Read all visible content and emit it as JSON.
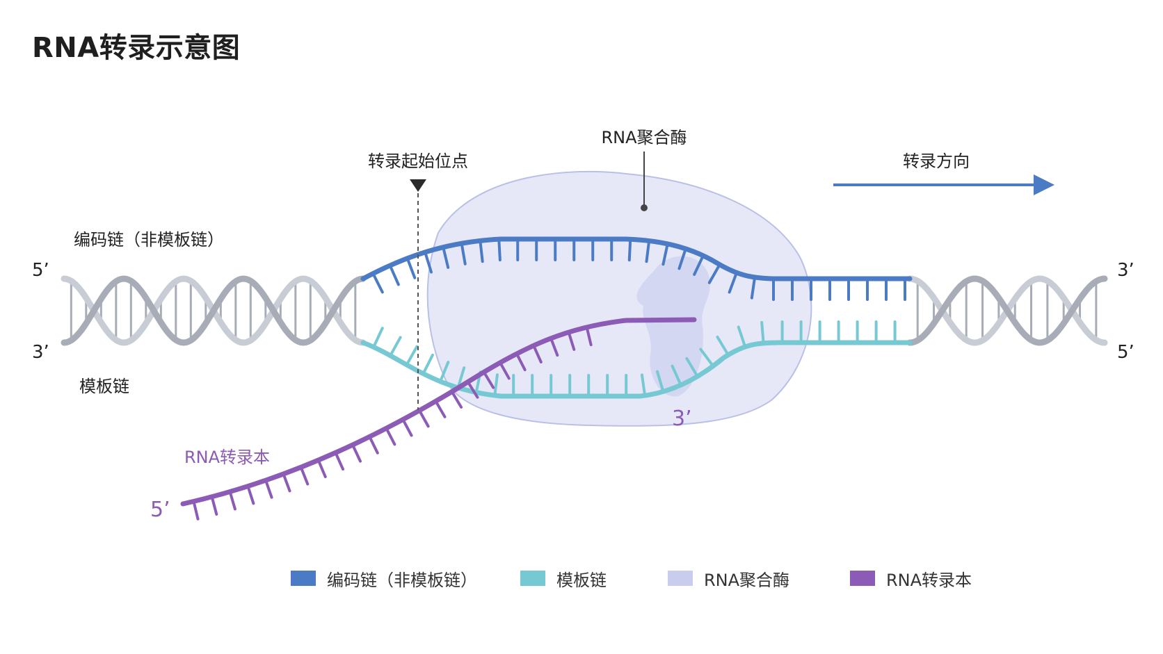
{
  "title": "RNA转录示意图",
  "labels": {
    "coding_strand": "编码链（非模板链）",
    "template_strand": "模板链",
    "tss": "转录起始位点",
    "polymerase": "RNA聚合酶",
    "direction": "转录方向",
    "transcript": "RNA转录本",
    "left_top_end": "5’",
    "left_bottom_end": "3’",
    "right_top_end": "3’",
    "right_bottom_end": "5’",
    "rna_5_end": "5’",
    "rna_3_end": "3’"
  },
  "legend": [
    {
      "label": "编码链（非模板链）",
      "color": "#4a7bc4"
    },
    {
      "label": "模板链",
      "color": "#76c9d3"
    },
    {
      "label": "RNA聚合酶",
      "color": "#c8cdee"
    },
    {
      "label": "RNA转录本",
      "color": "#8b5bb5"
    }
  ],
  "colors": {
    "coding": "#4a7bc4",
    "template": "#76c9d3",
    "polymerase_fill": "#dde0f5",
    "polymerase_stroke": "#b9c0e6",
    "rna": "#8b5bb5",
    "helix_light": "#c8ccd4",
    "helix_dark": "#a7acb6",
    "text": "#222222",
    "arrow": "#4a7bc4"
  }
}
